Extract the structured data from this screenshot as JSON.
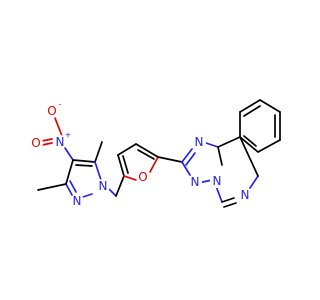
{
  "colors": {
    "carbon_bond": "#000000",
    "nitrogen": "#2424e6",
    "oxygen": "#e60000",
    "background": "#ffffff"
  },
  "atoms": {
    "nitro_o_top": {
      "label": "O",
      "charge": "-"
    },
    "nitro_o_left": {
      "label": "O",
      "charge": ""
    },
    "nitro_n": {
      "label": "N",
      "charge": "+"
    },
    "pyrazole_n1": {
      "label": "N",
      "charge": ""
    },
    "pyrazole_n2": {
      "label": "N",
      "charge": ""
    },
    "furan_o": {
      "label": "O",
      "charge": ""
    },
    "triazole_n_top": {
      "label": "N",
      "charge": ""
    },
    "triazole_n_bottom": {
      "label": "N",
      "charge": ""
    },
    "triazole_n_bridge": {
      "label": "N",
      "charge": ""
    },
    "quinazoline_n": {
      "label": "N",
      "charge": ""
    }
  }
}
